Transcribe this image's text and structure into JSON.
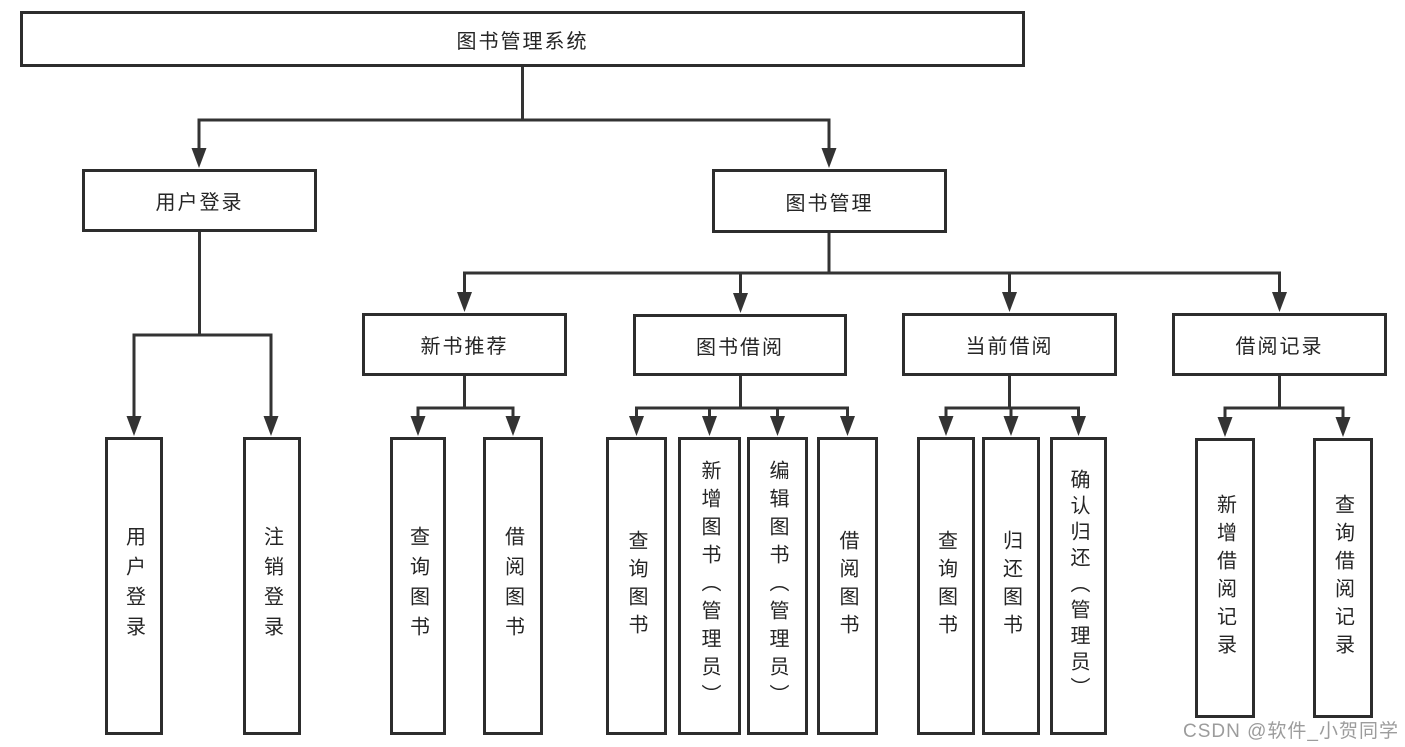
{
  "tree": {
    "label": "图书管理系统",
    "children": [
      {
        "label": "用户登录",
        "children": [
          {
            "label": "用户登录"
          },
          {
            "label": "注销登录"
          }
        ]
      },
      {
        "label": "图书管理",
        "children": [
          {
            "label": "新书推荐",
            "children": [
              {
                "label": "查询图书"
              },
              {
                "label": "借阅图书"
              }
            ]
          },
          {
            "label": "图书借阅",
            "children": [
              {
                "label": "查询图书"
              },
              {
                "label": "新增图书（管理员）"
              },
              {
                "label": "编辑图书（管理员）"
              },
              {
                "label": "借阅图书"
              }
            ]
          },
          {
            "label": "当前借阅",
            "children": [
              {
                "label": "查询图书"
              },
              {
                "label": "归还图书"
              },
              {
                "label": "确认归还（管理员）"
              }
            ]
          },
          {
            "label": "借阅记录",
            "children": [
              {
                "label": "新增借阅记录"
              },
              {
                "label": "查询借阅记录"
              }
            ]
          }
        ]
      }
    ]
  },
  "watermark": "CSDN @软件_小贺同学",
  "colors": {
    "line": "#333333",
    "box_border": "#2d2d2d",
    "box_fill": "#ffffff",
    "text": "#252525",
    "watermark": "#9c9c9c",
    "background": "#ffffff"
  }
}
